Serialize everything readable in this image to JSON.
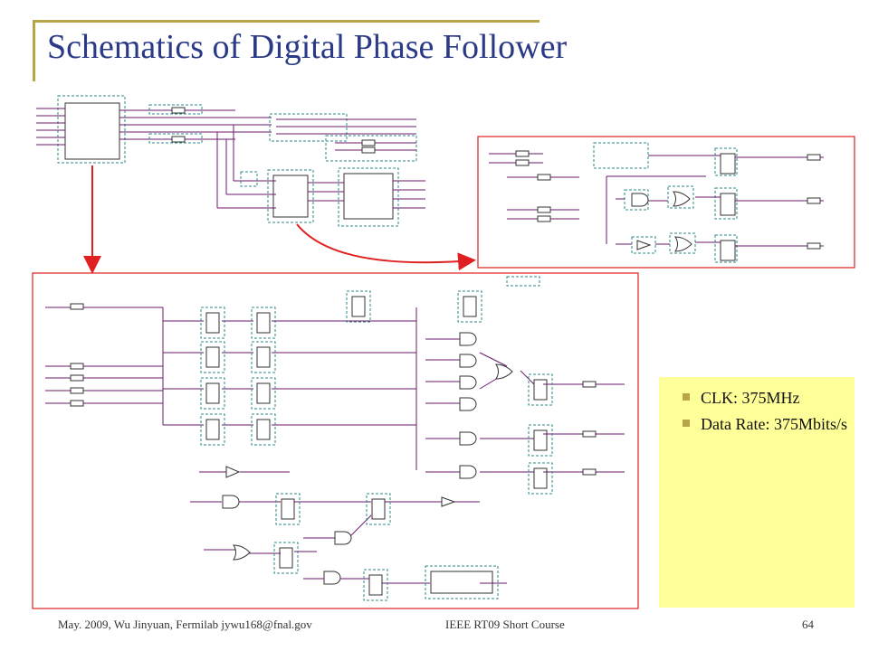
{
  "title": "Schematics of Digital Phase Follower",
  "notes": [
    "CLK: 375MHz",
    "Data Rate: 375Mbits/s"
  ],
  "footer": {
    "left": "May. 2009, Wu Jinyuan, Fermilab jywu168@fnal.gov",
    "center": "IEEE RT09 Short Course",
    "page": "64"
  },
  "colors": {
    "accent": "#b8a54a",
    "title": "#2a3a86",
    "wire": "#6b1a6b",
    "dash": "#2a8a8a",
    "highlight": "#e02020",
    "note_bg": "#ffff99"
  }
}
